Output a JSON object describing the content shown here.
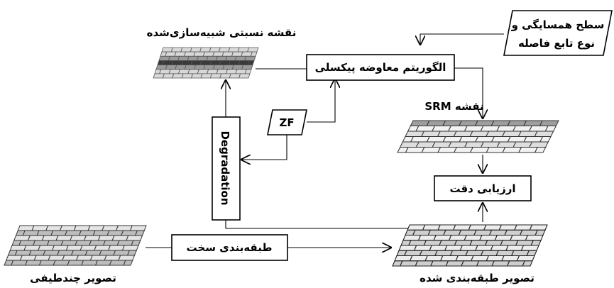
{
  "labels": {
    "multispectral_image": "تصویر چندطیفی",
    "classified_image": "تصویر طبقه‌بندی شده",
    "hard_classification": "طبقه‌بندی سخت",
    "degradation": "Degradation",
    "zf": "ZF",
    "simulated_ratio_map": "نقشه نسبتی شبیه‌سازی‌شده",
    "pixel_swapping": "الگوریتم معاوضه پیکسلی",
    "neighborhood_line1": "سطح همسایگی و",
    "neighborhood_line2": "نوع تابع فاصله",
    "srm_map": "نقشه SRM",
    "accuracy": "ارزیابی دقت"
  },
  "colors": {
    "grid_light": "#d8d8d8",
    "grid_mid": "#9a9a9a",
    "grid_dark": "#3a3a3a",
    "background": "#ffffff"
  }
}
